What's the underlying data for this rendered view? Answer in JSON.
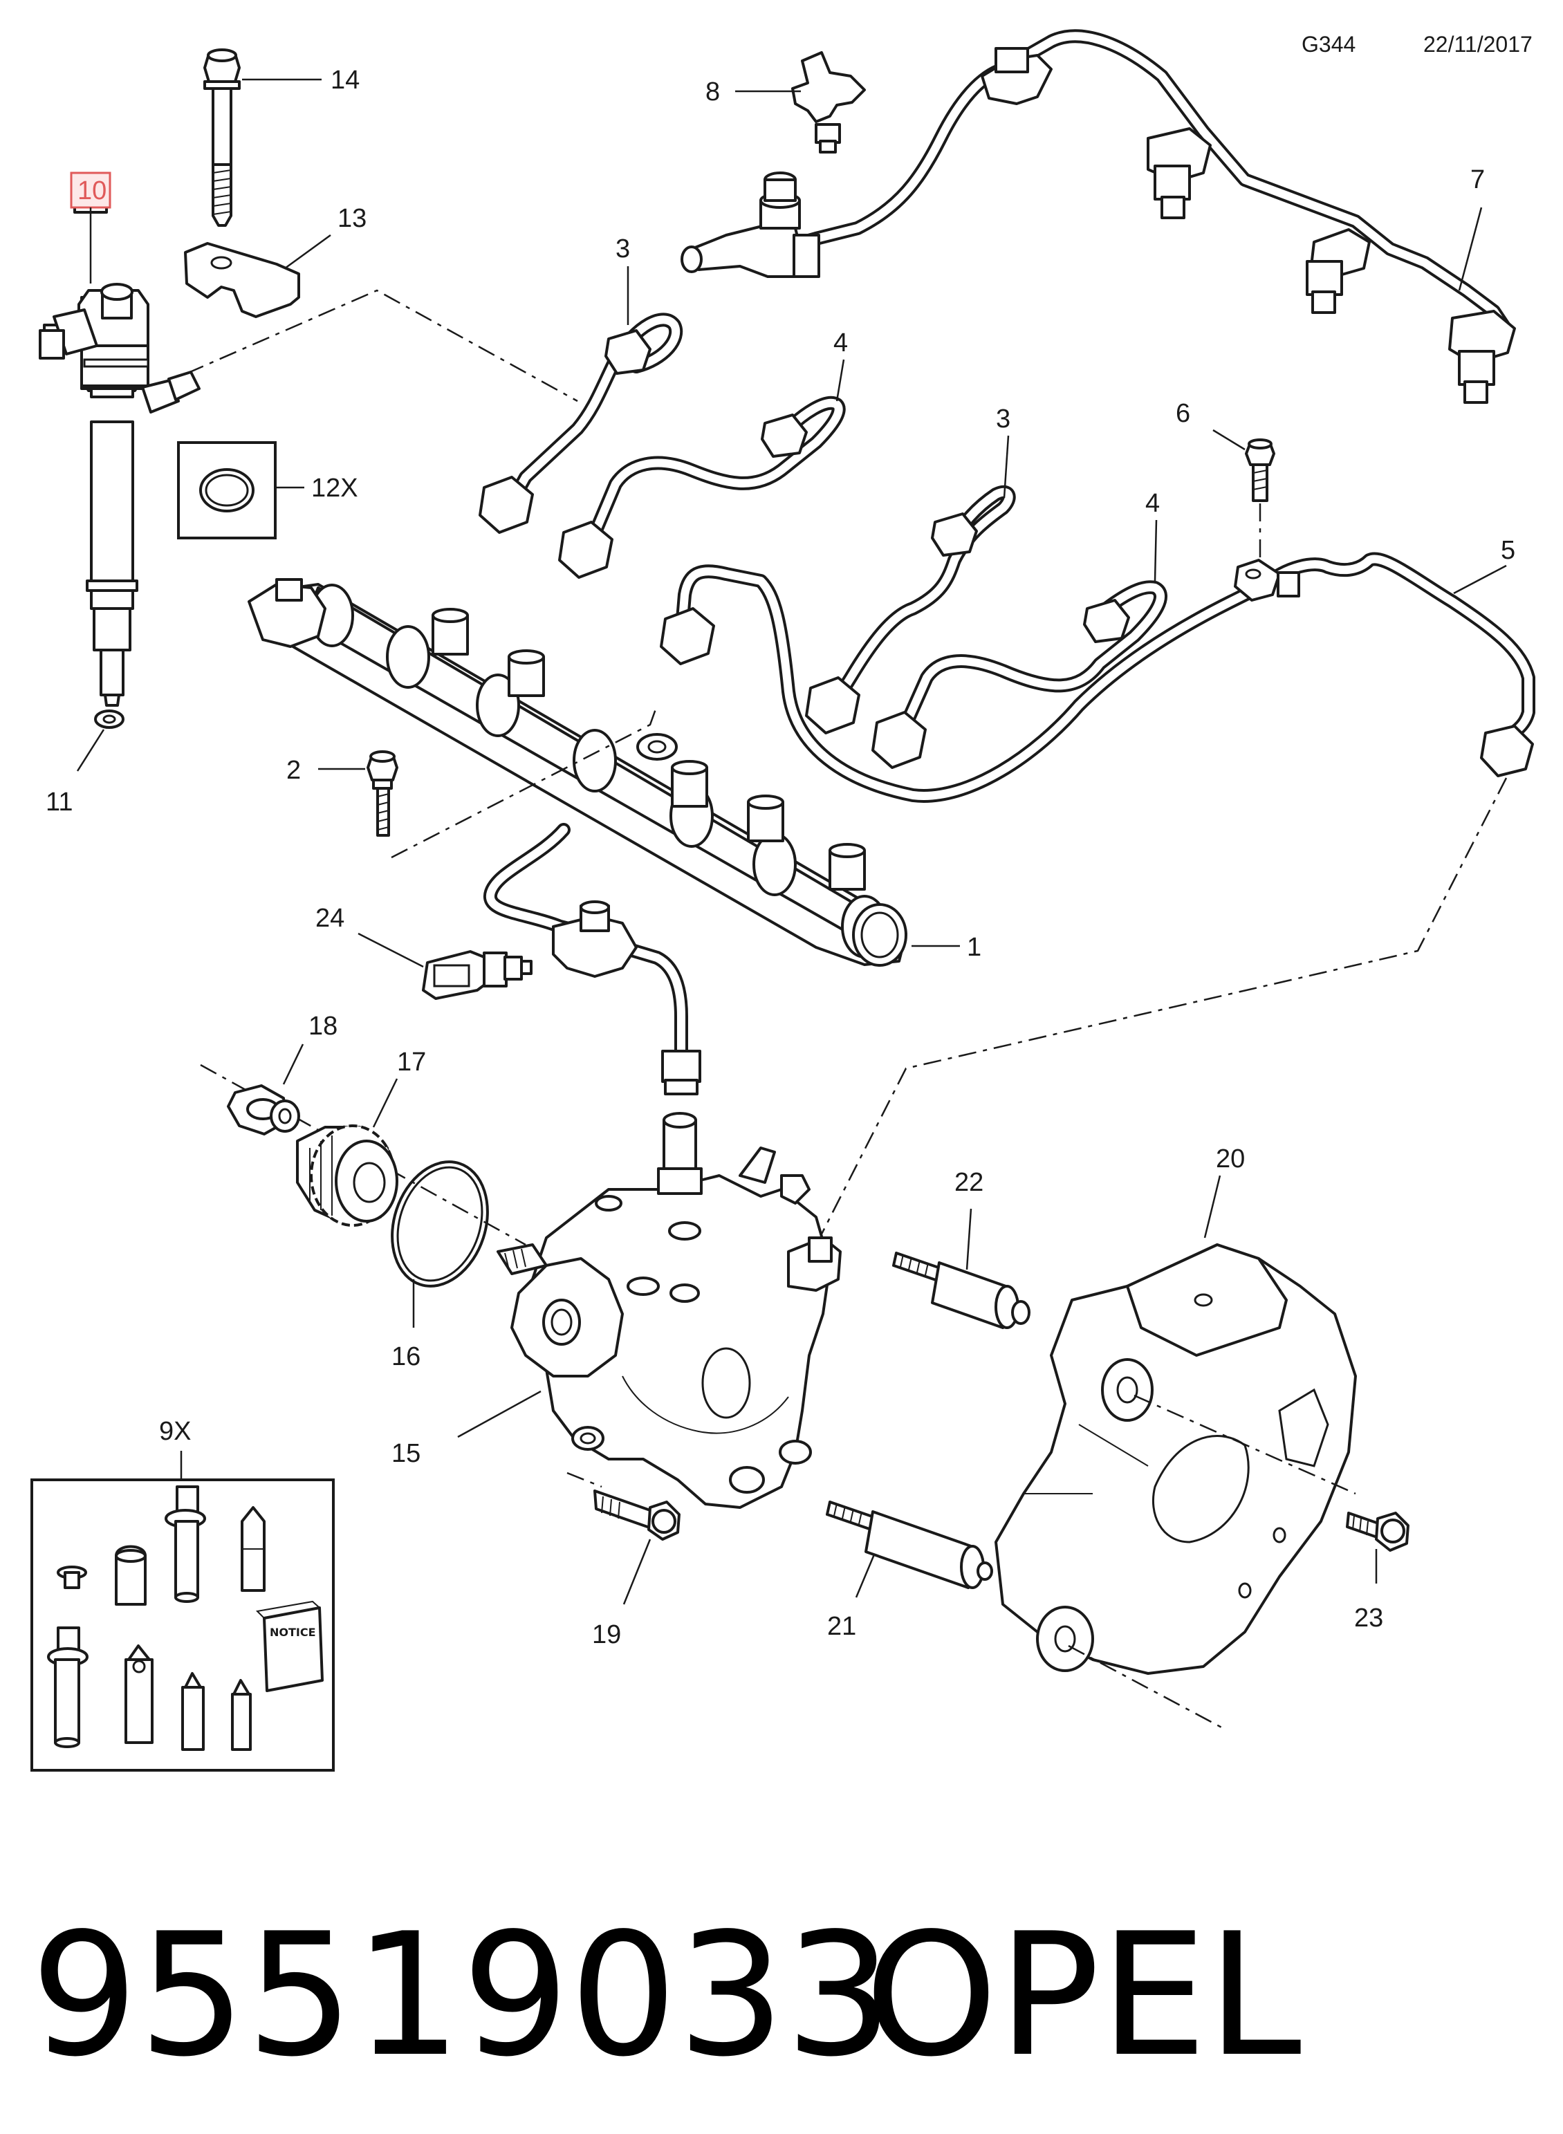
{
  "header": {
    "code": "G344",
    "date": "22/11/2017"
  },
  "footer": {
    "part_number": "95519033",
    "brand": "OPEL"
  },
  "accent_color": "#e05a5a",
  "callouts": {
    "c1": "1",
    "c2": "2",
    "c3a": "3",
    "c3b": "3",
    "c4a": "4",
    "c4b": "4",
    "c5": "5",
    "c6": "6",
    "c7": "7",
    "c8": "8",
    "c9": "9X",
    "c10": "10",
    "c11": "11",
    "c12": "12X",
    "c13": "13",
    "c14": "14",
    "c15": "15",
    "c16": "16",
    "c17": "17",
    "c18": "18",
    "c19": "19",
    "c20": "20",
    "c21": "21",
    "c22": "22",
    "c23": "23",
    "c24": "24"
  },
  "kit": {
    "notice_label": "NOTICE"
  }
}
